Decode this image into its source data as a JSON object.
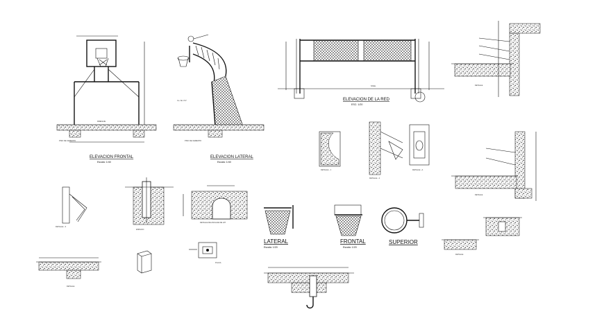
{
  "drawings": {
    "frontal_elevation": {
      "title": "ELEVACION FRONTAL",
      "scale": "Escala: 1/40"
    },
    "lateral_elevation": {
      "title": "ELEVACION LATERAL",
      "scale": "Escala: 1/40"
    },
    "net_elevation": {
      "title": "ELEVACION DE LA RED",
      "scale": "ESC: 1/20"
    },
    "anchor_detail": {
      "title": "DETALLE DE ANCLAJE DE HIT"
    },
    "hoop_lateral": {
      "title": "LATERAL",
      "scale": "Escala: 1/20"
    },
    "hoop_frontal": {
      "title": "FRONTAL",
      "scale": "Escala: 1/20"
    },
    "hoop_superior": {
      "title": "SUPERIOR"
    },
    "detail_1": {
      "title": "DETALLE - 1"
    },
    "detail_2": {
      "title": "DETALLE - 2"
    },
    "detail_3": {
      "title": "DETALLE - 3"
    },
    "detail_a": {
      "title": "DETALLE - A"
    }
  },
  "colors": {
    "line": "#111111",
    "background": "#ffffff"
  }
}
